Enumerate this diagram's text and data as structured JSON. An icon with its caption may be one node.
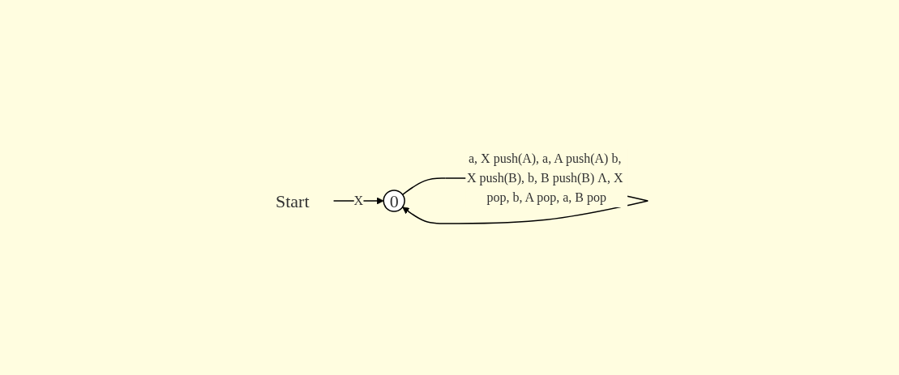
{
  "diagram": {
    "nodes": [
      {
        "text": [
          "Start"
        ]
      },
      {
        "text": [
          "0"
        ]
      }
    ],
    "edges": [
      {
        "from": 0,
        "to": 1,
        "arrow": "to",
        "label": "X"
      },
      {
        "from": 1,
        "to": 1,
        "arrow": "to",
        "label": "a, X push(A), a, A push(A) b, X push(B), b, B push(B) Λ, X pop, b, A pop, a, B pop"
      }
    ]
  }
}
